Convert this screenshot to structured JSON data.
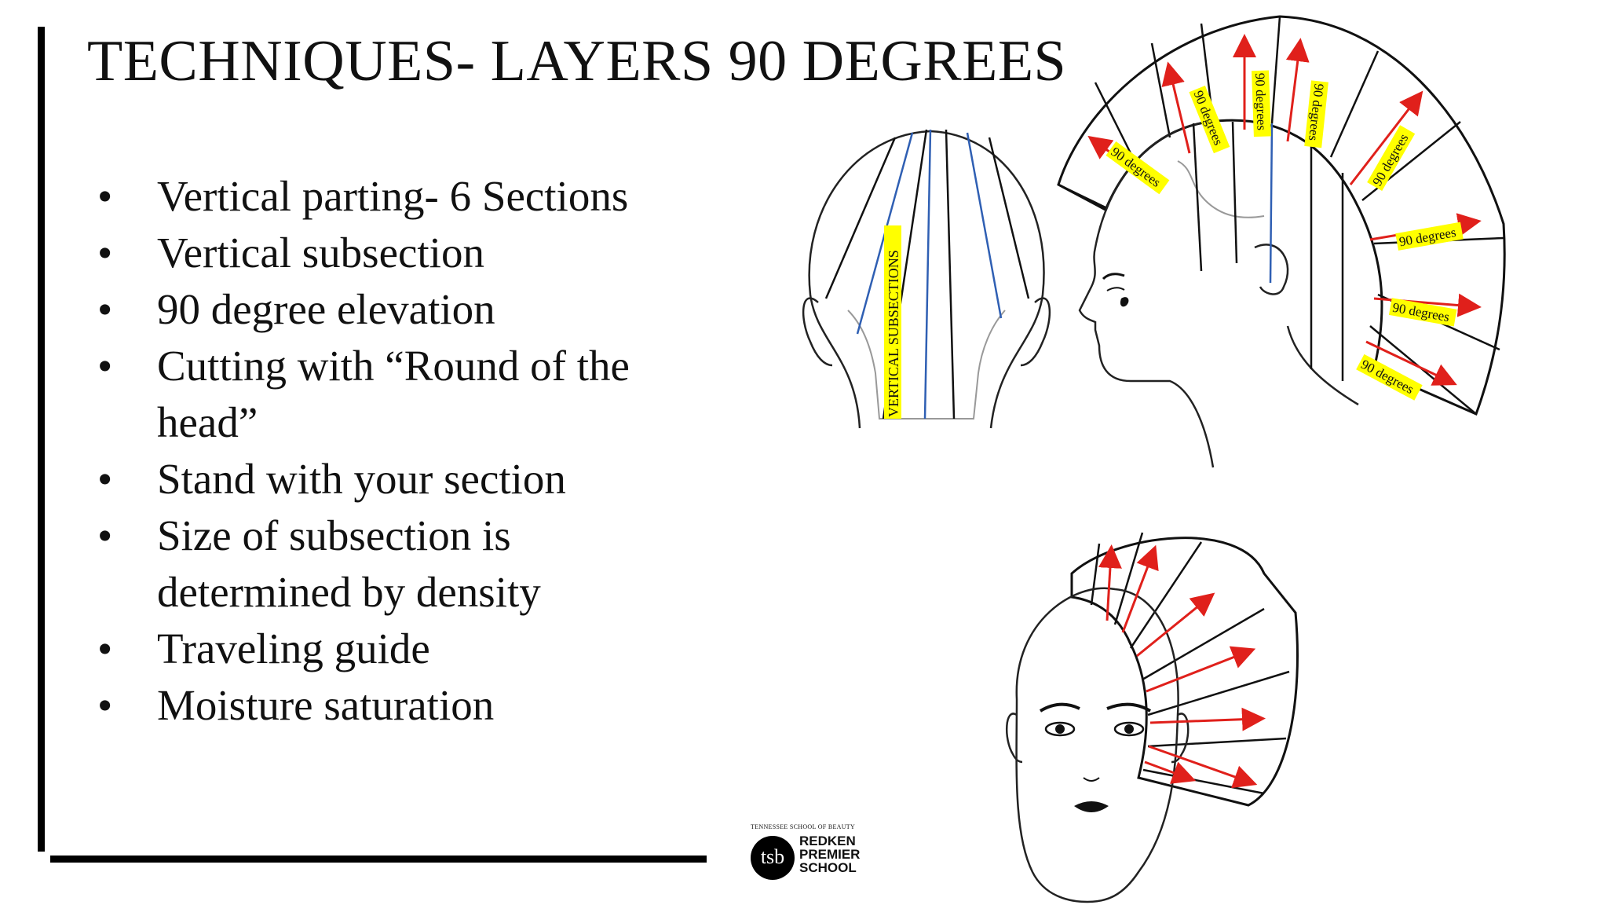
{
  "slide": {
    "title": "TECHNIQUES- LAYERS 90 DEGREES",
    "bullets": [
      "Vertical parting- 6 Sections",
      "Vertical subsection",
      "90 degree elevation",
      "Cutting with “Round of the head”",
      "Stand with your section",
      "Size of subsection is determined by density",
      "Traveling guide",
      "Moisture saturation"
    ],
    "bullet_glyph": "•"
  },
  "diagrams": {
    "back_view_label": "VERTICAL SUBSECTIONS",
    "side_view_labels": [
      "90 degrees",
      "90 degrees",
      "90 degrees",
      "90 degrees",
      "90 degrees",
      "90 degrees",
      "90 degrees",
      "90 degrees"
    ],
    "highlight_color": "#ffff00",
    "arrow_color": "#e0201b",
    "subsection_line_color": "#2f5fb3"
  },
  "logo": {
    "school_name": "TENNESSEE SCHOOL OF BEAUTY",
    "monogram": "tsb",
    "line1": "REDKEN",
    "line2": "PREMIER",
    "line3": "SCHOOL"
  }
}
